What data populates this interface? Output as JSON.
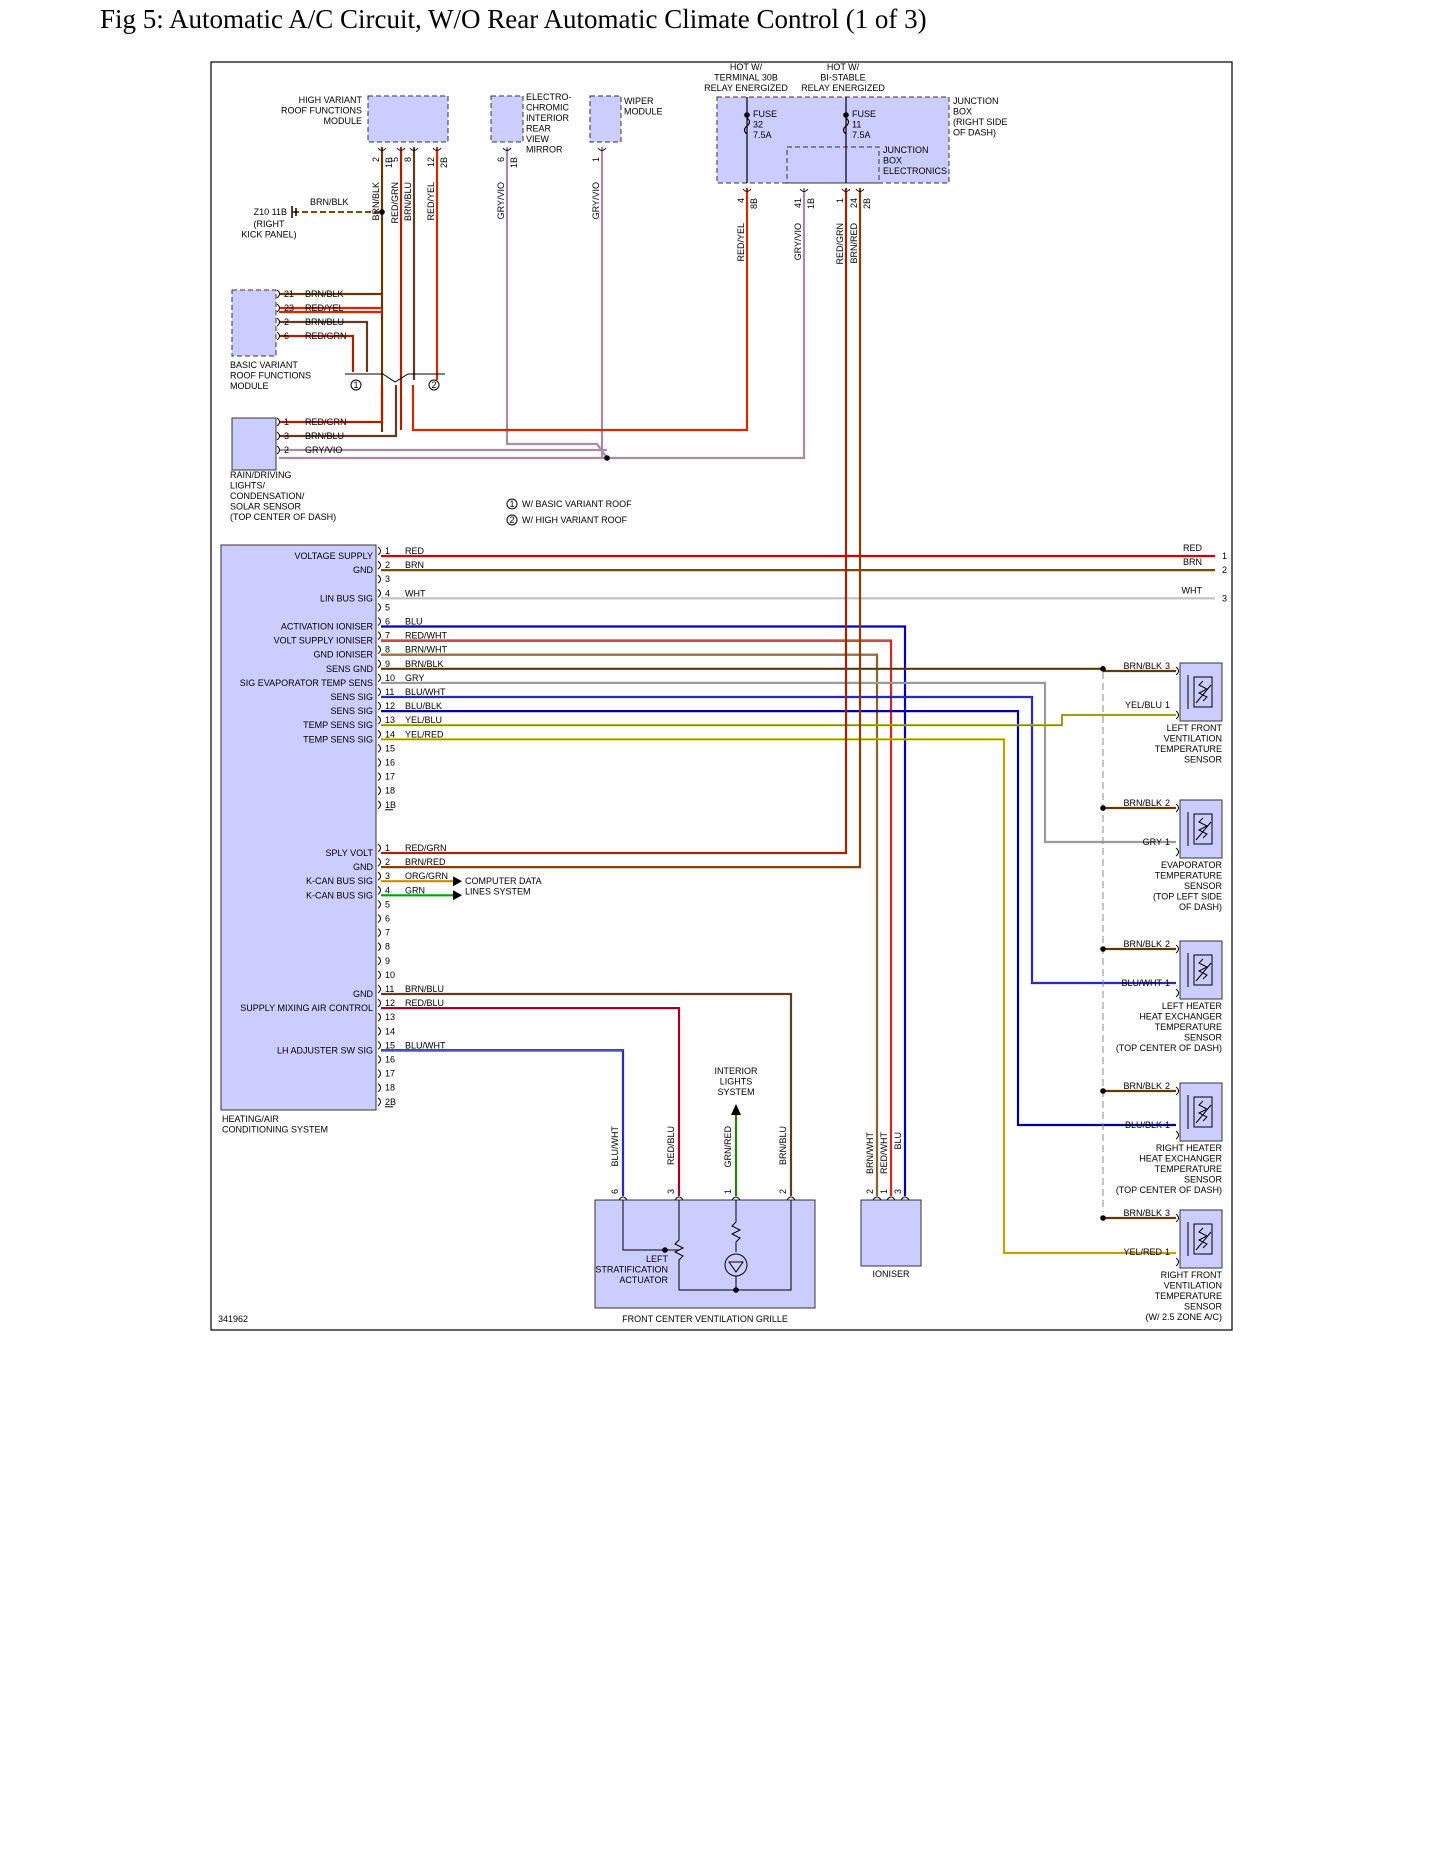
{
  "title": "Fig 5: Automatic A/C Circuit, W/O Rear Automatic Climate Control (1 of 3)",
  "figure_id": "341962",
  "colors": {
    "module_fill": "#ccccff",
    "RED": "#d00000",
    "BRN": "#7a4a00",
    "WHT": "#bfbfbf",
    "BLU": "#0000bb",
    "GRY": "#9a9a9a",
    "YEL": "#c8c800",
    "GRN": "#00a000",
    "ORG": "#ff8a00",
    "VIO": "#dd55dd"
  },
  "top_modules": {
    "hvrf": "HIGH VARIANT\nROOF FUNCTIONS\nMODULE",
    "mirror": "ELECTRO-\nCHROMIC\nINTERIOR\nREAR\nVIEW\nMIRROR",
    "wiper": "WIPER\nMODULE",
    "jbox": "JUNCTION\nBOX\n(RIGHT SIDE\nOF DASH)",
    "jbe": "JUNCTION\nBOX\nELECTRONICS",
    "hot1": "HOT W/\nTERMINAL 30B\nRELAY ENERGIZED",
    "hot2": "HOT W/\nBI-STABLE\nRELAY ENERGIZED",
    "fuse1": "FUSE\n32\n7.5A",
    "fuse2": "FUSE\n11\n7.5A"
  },
  "ground": {
    "id": "Z10 11B",
    "note": "(RIGHT\nKICK PANEL)",
    "wire": "BRN/BLK"
  },
  "bvrf": {
    "label": "BASIC VARIANT\nROOF FUNCTIONS\nMODULE",
    "pins": [
      "21",
      "23",
      "2",
      "6"
    ],
    "wires": [
      "BRN/BLK",
      "RED/YEL",
      "BRN/BLU",
      "RED/GRN"
    ]
  },
  "rain": {
    "label": "RAIN/DRIVING\nLIGHTS/\nCONDENSATION/\nSOLAR SENSOR\n(TOP CENTER OF DASH)",
    "pins": [
      "1",
      "3",
      "2"
    ],
    "wires": [
      "RED/GRN",
      "BRN/BLU",
      "GRY/VIO"
    ]
  },
  "notes": {
    "n1": "W/ BASIC VARIANT ROOF",
    "n2": "W/ HIGH VARIANT ROOF",
    "m1": "1",
    "m2": "2"
  },
  "vert_top": [
    {
      "pin": "2",
      "pinb": "1B",
      "wire": "BRN/BLK"
    },
    {
      "pin": "5",
      "pinb": "",
      "wire": "RED/GRN"
    },
    {
      "pin": "8",
      "pinb": "",
      "wire": "BRN/BLU"
    },
    {
      "pin": "12",
      "pinb": "2B",
      "wire": "RED/YEL"
    },
    {
      "pin": "6",
      "pinb": "1B",
      "wire": "GRY/VIO"
    },
    {
      "pin": "1",
      "pinb": "",
      "wire": "GRY/VIO"
    },
    {
      "pin": "4",
      "pinb": "8B",
      "wire": "RED/YEL"
    },
    {
      "pin": "41",
      "pinb": "1B",
      "wire": "GRY/VIO"
    },
    {
      "pin": "1",
      "pinb": "",
      "wire": "RED/GRN"
    },
    {
      "pin": "24",
      "pinb": "2B",
      "wire": "BRN/RED"
    }
  ],
  "hvac": {
    "label": "HEATING/AIR\nCONDITIONING SYSTEM",
    "conn1": [
      {
        "pin": "1",
        "wire": "RED",
        "label": "VOLTAGE SUPPLY"
      },
      {
        "pin": "2",
        "wire": "BRN",
        "label": "GND"
      },
      {
        "pin": "3",
        "wire": "",
        "label": ""
      },
      {
        "pin": "4",
        "wire": "WHT",
        "label": "LIN BUS SIG"
      },
      {
        "pin": "5",
        "wire": "",
        "label": ""
      },
      {
        "pin": "6",
        "wire": "BLU",
        "label": "ACTIVATION IONISER"
      },
      {
        "pin": "7",
        "wire": "RED/WHT",
        "label": "VOLT SUPPLY IONISER"
      },
      {
        "pin": "8",
        "wire": "BRN/WHT",
        "label": "GND IONISER"
      },
      {
        "pin": "9",
        "wire": "BRN/BLK",
        "label": "SENS GND"
      },
      {
        "pin": "10",
        "wire": "GRY",
        "label": "SIG EVAPORATOR TEMP SENS"
      },
      {
        "pin": "11",
        "wire": "BLU/WHT",
        "label": "SENS SIG"
      },
      {
        "pin": "12",
        "wire": "BLU/BLK",
        "label": "SENS SIG"
      },
      {
        "pin": "13",
        "wire": "YEL/BLU",
        "label": "TEMP SENS SIG"
      },
      {
        "pin": "14",
        "wire": "YEL/RED",
        "label": "TEMP SENS SIG"
      },
      {
        "pin": "15",
        "wire": "",
        "label": ""
      },
      {
        "pin": "16",
        "wire": "",
        "label": ""
      },
      {
        "pin": "17",
        "wire": "",
        "label": ""
      },
      {
        "pin": "18",
        "wire": "",
        "label": ""
      },
      {
        "pin": "1B",
        "wire": "",
        "label": ""
      }
    ],
    "conn2": [
      {
        "pin": "1",
        "wire": "RED/GRN",
        "label": "SPLY VOLT"
      },
      {
        "pin": "2",
        "wire": "BRN/RED",
        "label": "GND"
      },
      {
        "pin": "3",
        "wire": "ORG/GRN",
        "label": "K-CAN BUS SIG"
      },
      {
        "pin": "4",
        "wire": "GRN",
        "label": "K-CAN BUS SIG"
      },
      {
        "pin": "5",
        "wire": "",
        "label": ""
      },
      {
        "pin": "6",
        "wire": "",
        "label": ""
      },
      {
        "pin": "7",
        "wire": "",
        "label": ""
      },
      {
        "pin": "8",
        "wire": "",
        "label": ""
      },
      {
        "pin": "9",
        "wire": "",
        "label": ""
      },
      {
        "pin": "10",
        "wire": "",
        "label": ""
      },
      {
        "pin": "11",
        "wire": "BRN/BLU",
        "label": "GND"
      },
      {
        "pin": "12",
        "wire": "RED/BLU",
        "label": "SUPPLY MIXING AIR CONTROL"
      },
      {
        "pin": "13",
        "wire": "",
        "label": ""
      },
      {
        "pin": "14",
        "wire": "",
        "label": ""
      },
      {
        "pin": "15",
        "wire": "BLU/WHT",
        "label": "LH ADJUSTER SW SIG"
      },
      {
        "pin": "16",
        "wire": "",
        "label": ""
      },
      {
        "pin": "17",
        "wire": "",
        "label": ""
      },
      {
        "pin": "18",
        "wire": "",
        "label": ""
      },
      {
        "pin": "2B",
        "wire": "",
        "label": ""
      }
    ]
  },
  "right_edge": [
    {
      "wire": "RED",
      "pin": "1"
    },
    {
      "wire": "BRN",
      "pin": "2"
    },
    {
      "wire": "WHT",
      "pin": "3"
    }
  ],
  "computer_data": "COMPUTER DATA\nLINES SYSTEM",
  "sensors": [
    {
      "name": "LEFT FRONT\nVENTILATION\nTEMPERATURE\nSENSOR",
      "w1": "BRN/BLK",
      "p1": "3",
      "w2": "YEL/BLU",
      "p2": "1"
    },
    {
      "name": "EVAPORATOR\nTEMPERATURE\nSENSOR\n(TOP LEFT SIDE\nOF DASH)",
      "w1": "BRN/BLK",
      "p1": "2",
      "w2": "GRY",
      "p2": "1"
    },
    {
      "name": "LEFT HEATER\nHEAT EXCHANGER\nTEMPERATURE\nSENSOR\n(TOP CENTER OF DASH)",
      "w1": "BRN/BLK",
      "p1": "2",
      "w2": "BLU/WHT",
      "p2": "1"
    },
    {
      "name": "RIGHT HEATER\nHEAT EXCHANGER\nTEMPERATURE\nSENSOR\n(TOP CENTER OF DASH)",
      "w1": "BRN/BLK",
      "p1": "2",
      "w2": "BLU/BLK",
      "p2": "1"
    },
    {
      "name": "RIGHT FRONT\nVENTILATION\nTEMPERATURE\nSENSOR\n(W/ 2.5 ZONE A/C)",
      "w1": "BRN/BLK",
      "p1": "3",
      "w2": "YEL/RED",
      "p2": "1"
    }
  ],
  "grille": {
    "label": "FRONT CENTER VENTILATION GRILLE",
    "actuator": "LEFT\nSTRATIFICATION\nACTUATOR",
    "pins": [
      "6",
      "3",
      "1",
      "2"
    ],
    "wires": [
      "BLU/WHT",
      "RED/BLU",
      "GRN/RED",
      "BRN/BLU"
    ]
  },
  "interior_lights": "INTERIOR\nLIGHTS\nSYSTEM",
  "ioniser": {
    "label": "IONISER",
    "pins": [
      "2",
      "1",
      "3"
    ],
    "wires": [
      "BRN/WHT",
      "RED/WHT",
      "BLU"
    ]
  }
}
